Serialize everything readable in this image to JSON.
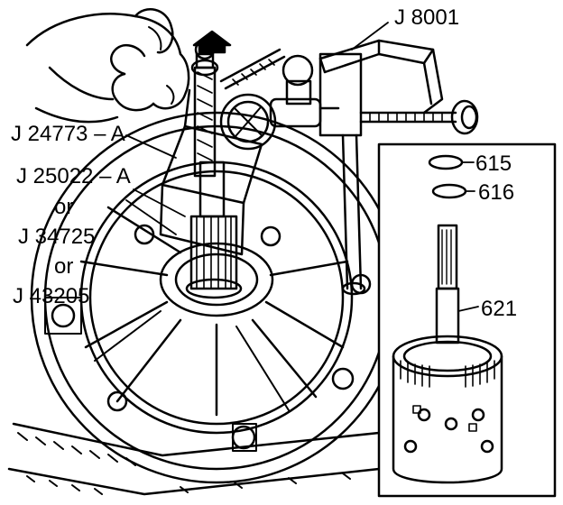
{
  "diagram": {
    "callouts": {
      "j8001": "J 8001",
      "j24773": "J 24773 – A",
      "j25022": "J 25022 – A",
      "or1": "or",
      "j34725": "J 34725",
      "or2": "or",
      "j43205": "J 43205",
      "p615": "615",
      "p616": "616",
      "p621": "621"
    },
    "colors": {
      "ink": "#000000",
      "paper": "#ffffff"
    }
  }
}
